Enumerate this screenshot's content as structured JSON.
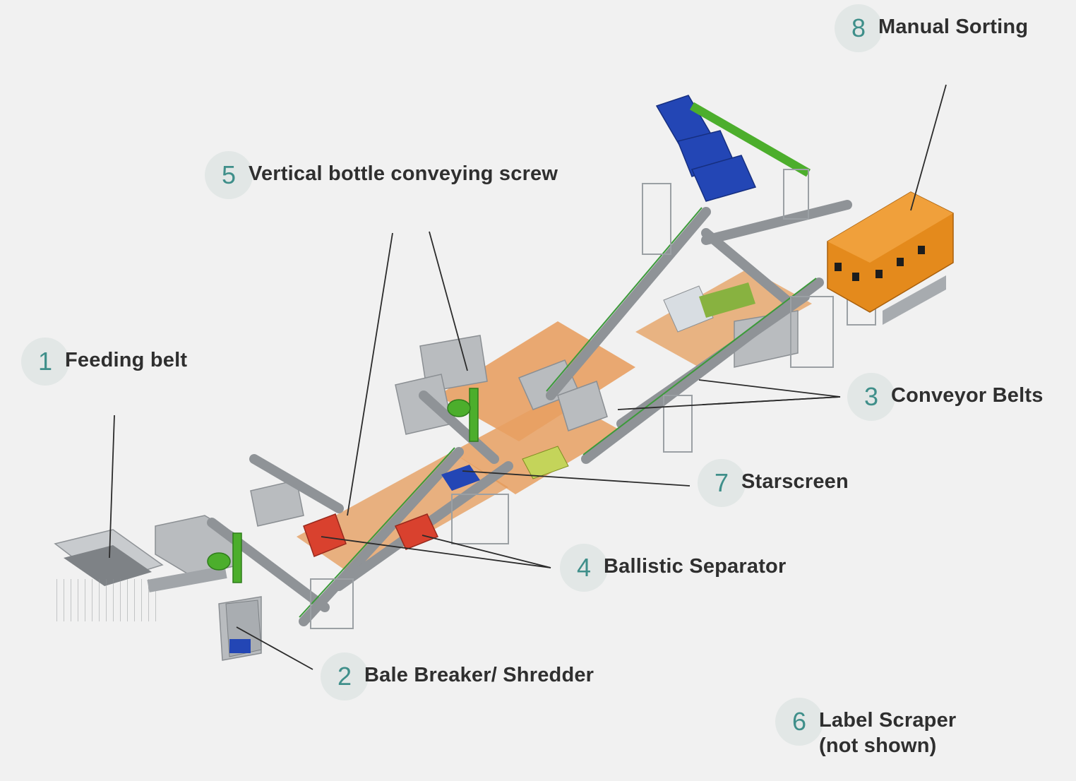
{
  "callouts": [
    {
      "number": "1",
      "label": "Feeding belt"
    },
    {
      "number": "2",
      "label": "Bale Breaker/ Shredder"
    },
    {
      "number": "3",
      "label": "Conveyor Belts"
    },
    {
      "number": "4",
      "label": "Ballistic Separator"
    },
    {
      "number": "5",
      "label": "Vertical bottle conveying screw"
    },
    {
      "number": "6",
      "label": "Label Scraper",
      "label_line2": "(not shown)"
    },
    {
      "number": "7",
      "label": "Starscreen"
    },
    {
      "number": "8",
      "label": "Manual Sorting"
    }
  ],
  "colors": {
    "background": "#f1f1f1",
    "number_circle": "#e2e7e6",
    "number_text": "#3f8f8a",
    "label_text": "#2f2f2f",
    "platform_orange": "#e8a063",
    "cabin_orange": "#e48a1c",
    "machine_blue": "#2346b5",
    "accent_green": "#4cae2c",
    "separator_red": "#d9412e",
    "steel_gray": "#a8acb0"
  }
}
